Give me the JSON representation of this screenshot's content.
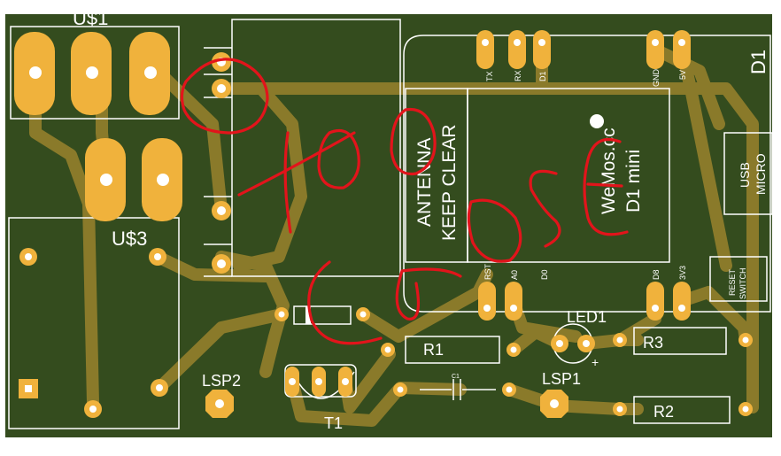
{
  "board": {
    "colors": {
      "substrate": "#344c1e",
      "trace": "#8a7a2a",
      "pad": "#f0b23c",
      "silkscreen": "#ffffff",
      "annotation": "#e2141b"
    }
  },
  "labels": {
    "us1": "U$1",
    "us3": "U$3",
    "d1": "D1",
    "antenna_line1": "ANTENNA",
    "antenna_line2": "KEEP CLEAR",
    "wemos_line1": "WeMos.cc",
    "wemos_line2": "D1 mini",
    "usb_line1": "USB",
    "usb_line2": "MICRO",
    "reset_line1": "RESET",
    "reset_line2": "SWITCH",
    "pin_tx": "TX",
    "pin_rx": "RX",
    "pin_d1": "D1",
    "pin_gnd": "GND",
    "pin_5v": "5V",
    "pin_rst": "RST",
    "pin_a0": "A0",
    "pin_d0": "D0",
    "pin_d8": "D8",
    "pin_3v3": "3V3",
    "r1": "R1",
    "r2": "R2",
    "r3": "R3",
    "led1": "LED1",
    "led_plus": "+",
    "lsp1": "LSP1",
    "lsp2": "LSP2",
    "t1": "T1",
    "c1": "C1",
    "too_close": "Too CLOSE"
  }
}
